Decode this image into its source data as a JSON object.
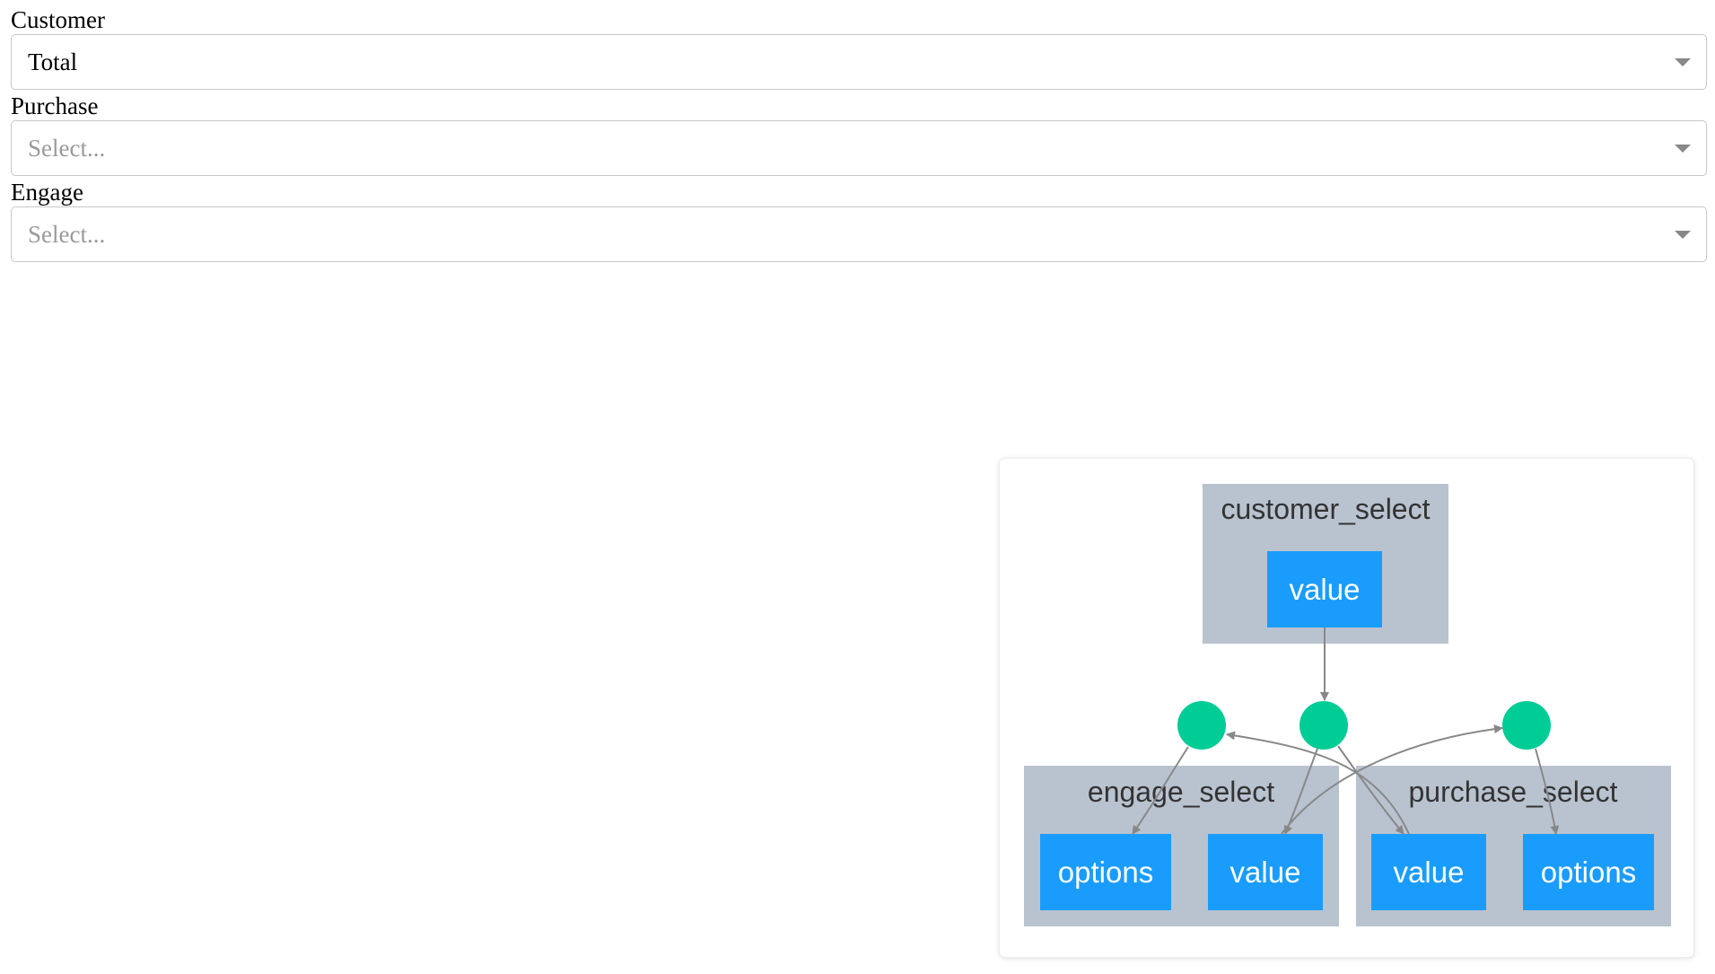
{
  "form": {
    "customer": {
      "label": "Customer",
      "value": "Total",
      "placeholder": ""
    },
    "purchase": {
      "label": "Purchase",
      "value": "",
      "placeholder": "Select..."
    },
    "engage": {
      "label": "Engage",
      "value": "",
      "placeholder": "Select..."
    }
  },
  "callback_graph": {
    "colors": {
      "cluster_fill": "#b9c3d0",
      "prop_node_fill": "#1a9cfc",
      "callback_node_fill": "#00cc96",
      "edge": "#888888"
    },
    "clusters": {
      "customer_select": {
        "label": "customer_select",
        "props": [
          "value"
        ]
      },
      "engage_select": {
        "label": "engage_select",
        "props": [
          "options",
          "value"
        ]
      },
      "purchase_select": {
        "label": "purchase_select",
        "props": [
          "value",
          "options"
        ]
      }
    }
  }
}
